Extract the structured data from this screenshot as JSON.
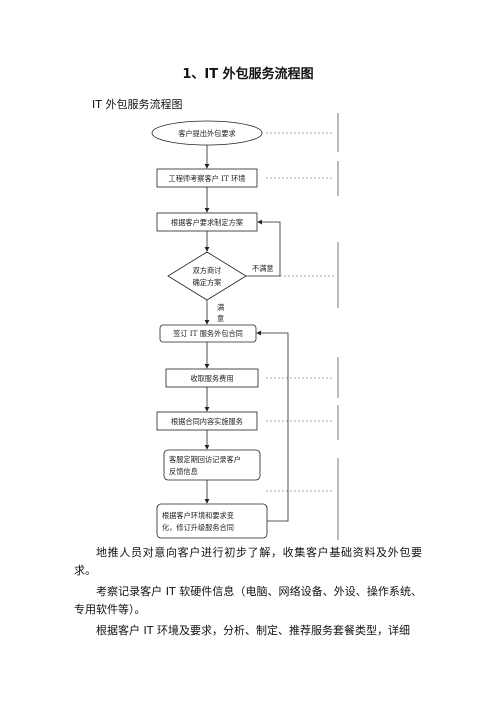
{
  "doc": {
    "title": "1、IT 外包服务流程图",
    "subtitle": "IT 外包服务流程图"
  },
  "flow": {
    "n1": "客户提出外包要求",
    "n2": "工程师考察客户 IT 环境",
    "n3": "根据客户要求制定方案",
    "n4_line1": "双方商讨",
    "n4_line2": "确定方案",
    "unsatisfied": "不满意",
    "satisfied_1": "满",
    "satisfied_2": "意",
    "n5": "签订 IT 服务外包合同",
    "n6": "收取服务费用",
    "n7": "根据合同内容实施服务",
    "n8_line1": "客服定期回访记录客户",
    "n8_line2": "反馈信息",
    "n9_line1": "根据客户环境和要求变",
    "n9_line2": "化，修订升级服务合同"
  },
  "paragraphs": [
    "地推人员对意向客户进行初步了解，收集客户基础资料及外包要求。",
    "考察记录客户 IT 软硬件信息（电脑、网络设备、外设、操作系统、专用软件等）。",
    "根据客户 IT 环境及要求，分析、制定、推荐服务套餐类型，详细"
  ]
}
